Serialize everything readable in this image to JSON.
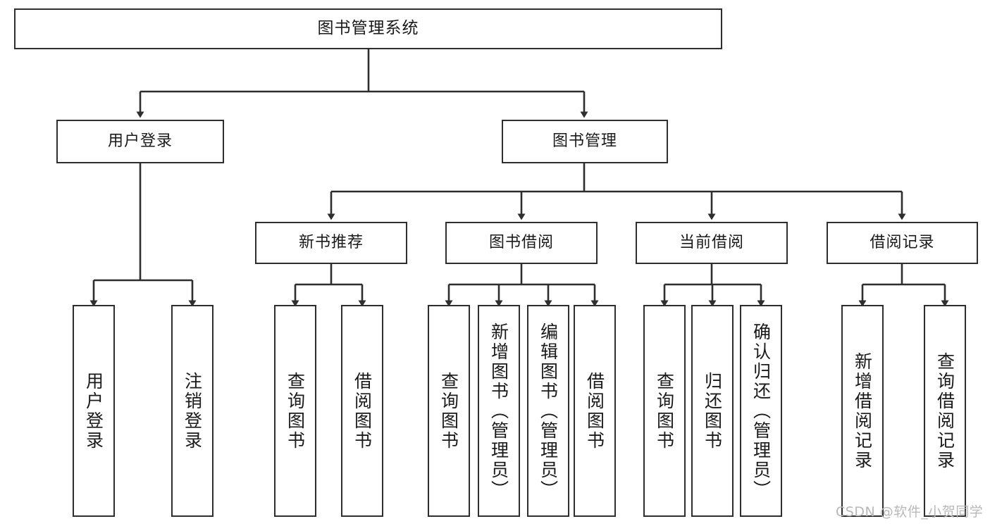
{
  "diagram": {
    "type": "tree-hierarchy",
    "title": "图书管理系统",
    "watermark": "CSDN @软件_小贺同学",
    "colors": {
      "box_border": "#2e2e2e",
      "box_fill": "#ffffff",
      "edge": "#2e2e2e",
      "text": "#1a1a1a",
      "watermark": "#b8b8b8",
      "background": "#ffffff"
    },
    "root": {
      "label": "图书管理系统"
    },
    "level2": [
      {
        "id": "user-login",
        "label": "用户登录"
      },
      {
        "id": "book-manage",
        "label": "图书管理"
      }
    ],
    "level3": [
      {
        "id": "new-book-rec",
        "label": "新书推荐"
      },
      {
        "id": "book-borrow",
        "label": "图书借阅"
      },
      {
        "id": "current-borrow",
        "label": "当前借阅"
      },
      {
        "id": "borrow-record",
        "label": "借阅记录"
      }
    ],
    "leaves": {
      "user-login": [
        {
          "id": "leaf-user-login",
          "label": "用户登录"
        },
        {
          "id": "leaf-user-logout",
          "label": "注销登录"
        }
      ],
      "new-book-rec": [
        {
          "id": "leaf-query-book-1",
          "label": "查询图书"
        },
        {
          "id": "leaf-borrow-book-1",
          "label": "借阅图书"
        }
      ],
      "book-borrow": [
        {
          "id": "leaf-query-book-2",
          "label": "查询图书"
        },
        {
          "id": "leaf-add-book",
          "label": "新增图书（管理员）"
        },
        {
          "id": "leaf-edit-book",
          "label": "编辑图书（管理员）"
        },
        {
          "id": "leaf-borrow-book-2",
          "label": "借阅图书"
        }
      ],
      "current-borrow": [
        {
          "id": "leaf-query-book-3",
          "label": "查询图书"
        },
        {
          "id": "leaf-return-book",
          "label": "归还图书"
        },
        {
          "id": "leaf-confirm-return",
          "label": "确认归还（管理员）"
        }
      ],
      "borrow-record": [
        {
          "id": "leaf-add-record",
          "label": "新增借阅记录"
        },
        {
          "id": "leaf-query-record",
          "label": "查询借阅记录"
        }
      ]
    }
  }
}
